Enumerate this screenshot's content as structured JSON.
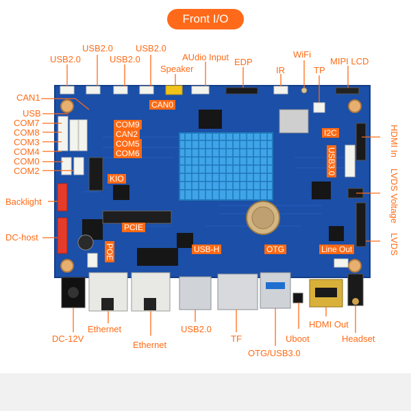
{
  "title": "Front I/O",
  "colors": {
    "accent": "#ff6a14",
    "board": "#1b4fa8",
    "heatsink": "#3fa4e8",
    "connector_white": "#f4f4ef"
  },
  "top_labels": {
    "usb2_a": "USB2.0",
    "usb2_b": "USB2.0",
    "usb2_c": "USB2.0",
    "usb2_d": "USB2.0",
    "speaker": "Speaker",
    "audio_input": "AUdio Input",
    "edp": "EDP",
    "wifi": "WiFi",
    "ir": "IR",
    "tp": "TP",
    "mipi_lcd": "MIPI LCD"
  },
  "left_labels": {
    "can1": "CAN1",
    "usb": "USB",
    "com7": "COM7",
    "com8": "COM8",
    "com3": "COM3",
    "com4": "COM4",
    "com0": "COM0",
    "com2": "COM2",
    "backlight": "Backlight",
    "dc_host": "DC-host"
  },
  "right_labels": {
    "hdmi_in": "HDMI In",
    "lvds_voltage": "LVDS Voltage",
    "lvds": "LVDS"
  },
  "bottom_labels": {
    "dc12v": "DC-12V",
    "ethernet_a": "Ethernet",
    "ethernet_b": "Ethernet",
    "usb2": "USB2.0",
    "tf": "TF",
    "uboot": "Uboot",
    "otg_usb3": "OTG/USB3.0",
    "hdmi_out": "HDMI Out",
    "headset": "Headset"
  },
  "board_tags": {
    "can0": "CAN0",
    "com9": "COM9",
    "can2": "CAN2",
    "com5": "COM5",
    "com6": "COM6",
    "kio": "KIO",
    "pcie": "PCIE",
    "poe": "POE",
    "usb_h": "USB-H",
    "otg": "OTG",
    "i2c": "I2C",
    "usb30": "USB3.0",
    "line_out": "Line Out"
  }
}
